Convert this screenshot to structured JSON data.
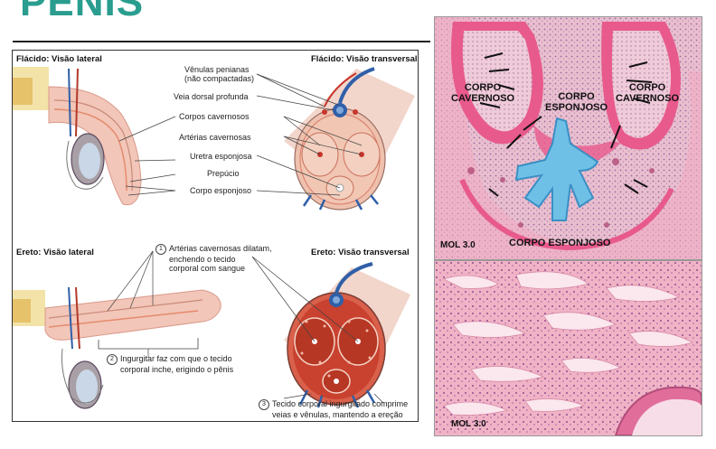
{
  "slide": {
    "title": "PÊNIS"
  },
  "diagram": {
    "panels": {
      "flacido_lateral": "Flácido: Visão lateral",
      "flacido_transversal": "Flácido: Visão transversal",
      "ereto_lateral": "Ereto: Visão lateral",
      "ereto_transversal": "Ereto: Visão transversal"
    },
    "labels": {
      "venulas": "Vênulas penianas",
      "venulas_sub": "(não compactadas)",
      "veia_dorsal": "Veia dorsal profunda",
      "corpos_cavernosos": "Corpos cavernosos",
      "arterias_cavernosas": "Artérias cavernosas",
      "uretra": "Uretra esponjosa",
      "prepucio": "Prepúcio",
      "corpo_esponjoso": "Corpo esponjoso"
    },
    "steps": [
      {
        "num": "1",
        "lines": [
          "Artérias cavernosas dilatam,",
          "enchendo o tecido",
          "corporal com sangue"
        ]
      },
      {
        "num": "2",
        "lines": [
          "Ingurgitar faz com que o tecido",
          "corporal inche, erigindo o pênis"
        ]
      },
      {
        "num": "3",
        "lines": [
          "Tecido corporal ingurgitado comprime",
          "veias e vênulas, mantendo a ereção"
        ]
      }
    ]
  },
  "micrograph_top": {
    "labels": {
      "cav_left": "CORPO\nCAVERNOSO",
      "cav_right": "CORPO\nCAVERNOSO",
      "esp_center": "CORPO\nESPONJOSO",
      "esp_bottom": "CORPO  ESPONJOSO"
    },
    "magnification": "MOL 3.0"
  },
  "micrograph_bottom": {
    "magnification": "MOL 3.0"
  },
  "colors": {
    "title": "#2a9d8f",
    "tissue_pink": "#e8b7c8",
    "tunica": "#e8588a",
    "urethra": "#6fc0e6",
    "vein": "#2f5fa8",
    "artery": "#c8352b"
  }
}
